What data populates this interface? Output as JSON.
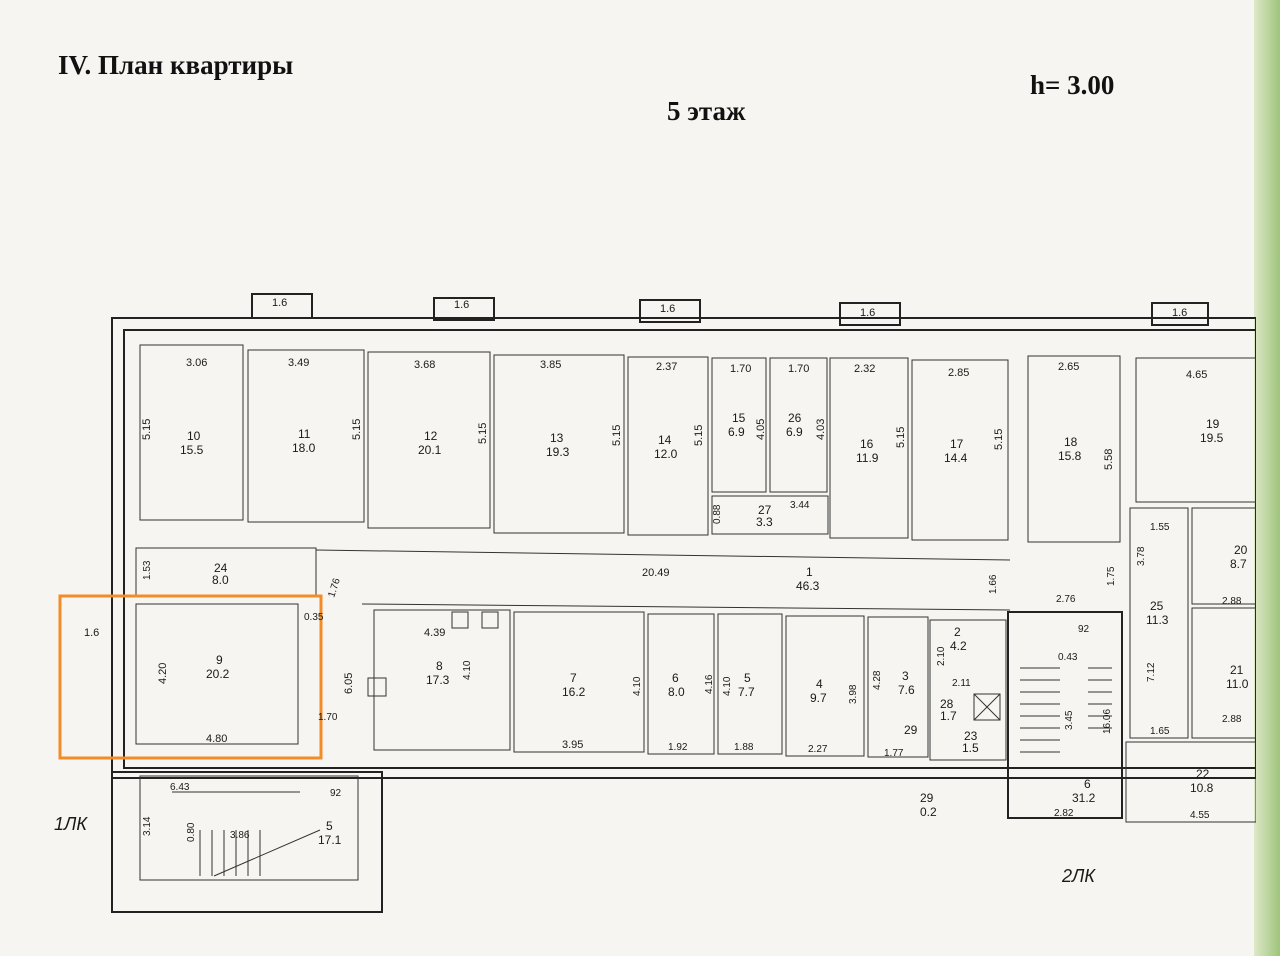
{
  "header": {
    "title": "IV. План квартиры",
    "floor": "5 этаж",
    "height": "h= 3.00"
  },
  "stairs": {
    "left": "1ЛК",
    "right": "2ЛК"
  },
  "highlight": {
    "color": "#f28c28",
    "room": "9"
  },
  "rooms": {
    "r10": {
      "num": "10",
      "area": "15.5"
    },
    "r11": {
      "num": "11",
      "area": "18.0"
    },
    "r12": {
      "num": "12",
      "area": "20.1"
    },
    "r13": {
      "num": "13",
      "area": "19.3"
    },
    "r14": {
      "num": "14",
      "area": "12.0"
    },
    "r15": {
      "num": "15",
      "area": "6.9"
    },
    "r26": {
      "num": "26",
      "area": "6.9"
    },
    "r16": {
      "num": "16",
      "area": "11.9"
    },
    "r17": {
      "num": "17",
      "area": "14.4"
    },
    "r18": {
      "num": "18",
      "area": "15.8"
    },
    "r19": {
      "num": "19",
      "area": "19.5"
    },
    "r27": {
      "num": "27",
      "area": "3.3"
    },
    "r24": {
      "num": "24",
      "area": "8.0"
    },
    "r1": {
      "num": "1",
      "area": "46.3"
    },
    "r20": {
      "num": "20",
      "area": "8.7"
    },
    "r25": {
      "num": "25",
      "area": "11.3"
    },
    "r9": {
      "num": "9",
      "area": "20.2"
    },
    "r8": {
      "num": "8",
      "area": "17.3"
    },
    "r7": {
      "num": "7",
      "area": "16.2"
    },
    "r6": {
      "num": "6",
      "area": "8.0"
    },
    "r5": {
      "num": "5",
      "area": "7.7"
    },
    "r4": {
      "num": "4",
      "area": "9.7"
    },
    "r3": {
      "num": "3",
      "area": "7.6"
    },
    "r2": {
      "num": "2",
      "area": "4.2"
    },
    "r28": {
      "num": "28",
      "area": "1.7"
    },
    "r23": {
      "num": "23",
      "area": "1.5"
    },
    "r29": {
      "num": "29"
    },
    "r21": {
      "num": "21",
      "area": "11.0"
    },
    "r22": {
      "num": "22",
      "area": "10.8"
    },
    "r6b": {
      "num": "6",
      "area": "31.2"
    },
    "r29b": {
      "num": "29",
      "area": "0.2"
    },
    "r5b": {
      "num": "5",
      "area": "17.1"
    }
  },
  "dims": {
    "w10": "3.06",
    "w11": "3.49",
    "w12": "3.68",
    "w13": "3.85",
    "w14": "2.37",
    "w15": "1.70",
    "w26": "1.70",
    "w16": "2.32",
    "w17": "2.85",
    "w18": "2.65",
    "w19": "4.65",
    "h10": "5.15",
    "h11": "5.15",
    "h12": "5.15",
    "h13": "5.15",
    "h14": "5.15",
    "h15": "4.05",
    "h26": "4.03",
    "h16": "5.15",
    "h17": "5.15",
    "h18": "5.58",
    "bay": "1.6",
    "d088": "0.88",
    "d344": "3.44",
    "d153": "1.53",
    "d2049": "20.49",
    "d176": "1.76",
    "d166": "1.66",
    "d175": "1.75",
    "d155": "1.55",
    "d378": "3.78",
    "d288a": "2.88",
    "d276": "2.76",
    "d92a": "92",
    "d043": "0.43",
    "d712": "7.12",
    "d165": "1.65",
    "d288b": "2.88",
    "d345": "3.45",
    "d1606": "16.06",
    "d16w": "1.6",
    "d420": "4.20",
    "d480": "4.80",
    "d035": "0.35",
    "d605": "6.05",
    "d170": "1.70",
    "d439": "4.39",
    "d410a": "4.10",
    "d395": "3.95",
    "d410b": "4.10",
    "d192": "1.92",
    "d416": "4.16",
    "d410c": "4.10",
    "d188": "1.88",
    "d227": "2.27",
    "d398": "3.98",
    "d428": "4.28",
    "d177": "1.77",
    "d210": "2.10",
    "d211": "2.11",
    "d282": "2.82",
    "d455": "4.55",
    "d643": "6.43",
    "d92b": "92",
    "d314": "3.14",
    "d080": "0.80",
    "d386": "3.86"
  }
}
